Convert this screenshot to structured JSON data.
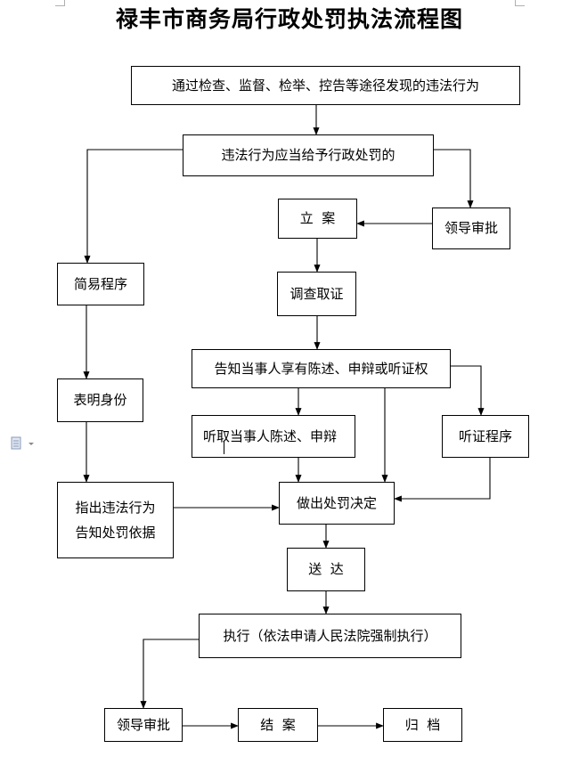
{
  "title": "禄丰市商务局行政处罚执法流程图",
  "nodes": {
    "discover": "通过检查、监督、检举、控告等途径发现的违法行为",
    "should_punish": "违法行为应当给予行政处罚的",
    "file_case": "立  案",
    "leader_approve_top": "领导审批",
    "simple_procedure": "简易程序",
    "investigate": "调查取证",
    "notify_rights": "告知当事人享有陈述、申辩或听证权",
    "show_identity": "表明身份",
    "hear_statement": "听取当事人陈述、申辩",
    "hearing_procedure": "听证程序",
    "point_out_line1": "指出违法行为",
    "point_out_line2": "告知处罚依据",
    "decide": "做出处罚决定",
    "deliver": "送  达",
    "execute": "执行（依法申请人民法院强制执行）",
    "leader_approve_bottom": "领导审批",
    "close_case": "结  案",
    "archive": "归  档"
  }
}
